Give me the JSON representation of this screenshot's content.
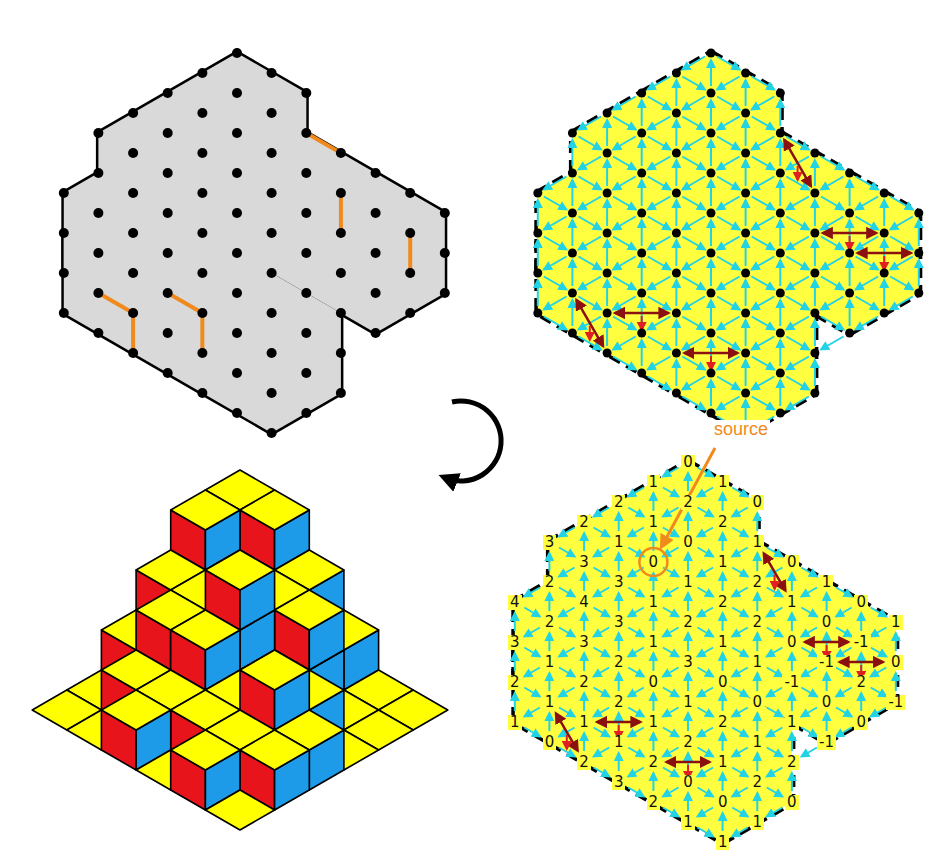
{
  "diagram": {
    "labels": [
      "source",
      "4",
      "3",
      "2",
      "1",
      "3",
      "2",
      "2",
      "1",
      "1",
      "0",
      "2",
      "3",
      "4",
      "3",
      "2",
      "1",
      "2",
      "2",
      "1",
      "3",
      "3",
      "2",
      "2",
      "1",
      "3",
      "1",
      "1",
      "0",
      "1",
      "1",
      "0",
      "1",
      "2",
      "2",
      "0",
      "2",
      "0",
      "1",
      "2",
      "3",
      "1",
      "2",
      "0",
      "1",
      "1",
      "2",
      "1",
      "2",
      "1",
      "0",
      "2",
      "1",
      "0",
      "1",
      "0",
      "1",
      "2",
      "2",
      "1",
      "0",
      "1",
      "2",
      "1",
      "0",
      "1",
      "0",
      "-1",
      "1",
      "2",
      "0",
      "1",
      "0",
      "-1",
      "0",
      "-1",
      "0",
      "-1",
      "2",
      "0",
      "1",
      "0",
      "-1"
    ]
  }
}
